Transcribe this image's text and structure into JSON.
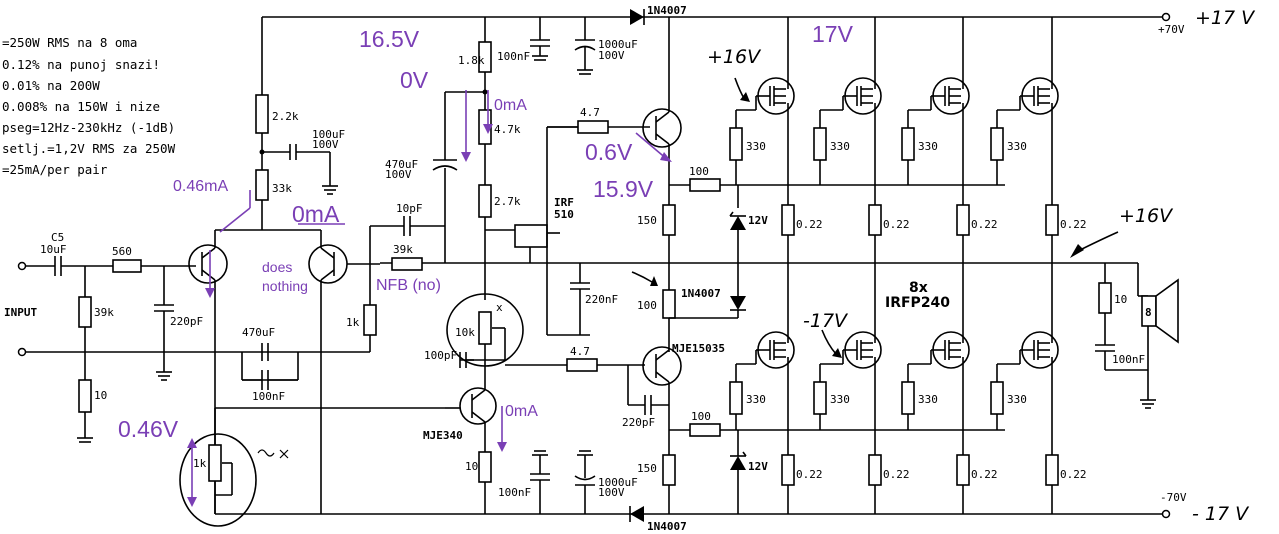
{
  "specs": [
    "=250W RMS na 8 oma",
    "0.12% na punoj snazi!",
    "0.01% na 200W",
    "0.008% na 150W i nize",
    "pseg=12Hz-230kHz (-1dB)",
    "setlj.=1,2V RMS za 250W",
    "=25mA/per pair"
  ],
  "rails": {
    "pos_printed": "+70V",
    "pos_handwritten": "+17 V",
    "neg_printed": "-70V",
    "neg_handwritten": "- 17 V"
  },
  "components": {
    "c5": "C5",
    "c5_value": "10uF",
    "r560": "560",
    "r39k_in": "39k",
    "c220p_in": "220pF",
    "r10_in": "10",
    "input": "INPUT",
    "r2k2": "2.2k",
    "c100u": "100uF",
    "c100u_v": "100V",
    "r33k": "33k",
    "c10p": "10pF",
    "r39k_fb": "39k",
    "r1k_fb": "1k",
    "c470u": "470uF",
    "c100n_fb": "100nF",
    "pot1k": "1k",
    "r1k8": "1.8k",
    "r4k7": "4.7k",
    "c470u_top": "470uF",
    "c470u_top_v": "100V",
    "r2k7": "2.7k",
    "irf510": "IRF",
    "irf510b": "510",
    "pot10k": "10k",
    "c100p": "100pF",
    "mje340": "MJE340",
    "r10_bot": "10",
    "c100n_top": "100nF",
    "c1000u_top": "1000uF",
    "c1000u_top_v": "100V",
    "c100n_bot": "100nF",
    "c1000u_bot": "1000uF",
    "c1000u_bot_v": "100V",
    "d_top": "1N4007",
    "d_mid": "1N4007",
    "d_bot": "1N4007",
    "r4k7_top": "4.7",
    "r4k7_bot": "4.7",
    "r100_top": "100",
    "r100_bot": "100",
    "r150_top": "150",
    "r150_bot": "150",
    "r100_mid": "100",
    "c220n": "220nF",
    "c220p_bot": "220pF",
    "mje15035": "MJE15035",
    "z12_top": "12V",
    "z12_bot": "12V",
    "gate_r": "330",
    "src_r": "0.22",
    "mosfets_count": "8x",
    "mosfets_type": "IRFP240",
    "out_r10": "10",
    "out_c100n": "100nF",
    "speaker": "8"
  },
  "annotations": {
    "v_16_5": "16.5V",
    "v_0": "0V",
    "i_0ma_top": "0mA",
    "v_0_6": "0.6V",
    "v_15_9": "15.9V",
    "v_16_top": "+16V",
    "v_17": "17V",
    "v_16_out": "+16V",
    "v_neg17": "-17V",
    "i_0_46": "0.46mA",
    "i_0ma_mid": "0mA",
    "does": "does",
    "nothing": "nothing",
    "nfb": "NFB (no)",
    "i_0ma_bot": "0mA",
    "v_0_46": "0.46V",
    "mark": "x"
  }
}
